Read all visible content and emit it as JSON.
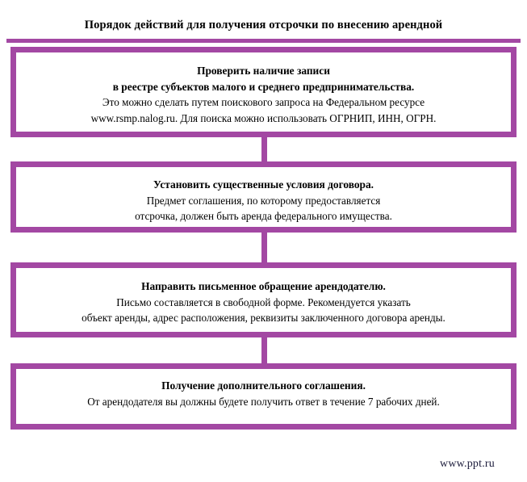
{
  "title": "Порядок действий для получения отсрочки по внесению арендной",
  "accent_color": "#a348a3",
  "steps": [
    {
      "name": "check-registry",
      "lines": [
        {
          "text": "Проверить наличие записи",
          "bold": true
        },
        {
          "text": "в реестре субъектов малого и среднего предпринимательства.",
          "bold": true
        },
        {
          "text": "Это можно сделать путем поискового запроса на Федеральном ресурсе",
          "bold": false
        },
        {
          "text": "www.rsmp.nalog.ru. Для поиска можно использовать ОГРНИП, ИНН, ОГРН.",
          "bold": false
        }
      ]
    },
    {
      "name": "set-contract-terms",
      "lines": [
        {
          "text": "Установить существенные условия договора.",
          "bold": true
        },
        {
          "text": "Предмет  соглашения, по которому предоставляется",
          "bold": false
        },
        {
          "text": "отсрочка, должен быть аренда федерального имущества.",
          "bold": false
        }
      ]
    },
    {
      "name": "send-written-request",
      "lines": [
        {
          "text": "Направить письменное обращение арендодателю.",
          "bold": true
        },
        {
          "text": "Письмо составляется в свободной форме. Рекомендуется указать",
          "bold": false
        },
        {
          "text": "объект аренды, адрес расположения, реквизиты заключенного договора аренды.",
          "bold": false
        }
      ]
    },
    {
      "name": "receive-supplementary-agreement",
      "lines": [
        {
          "text": "Получение дополнительного соглашения.",
          "bold": true
        },
        {
          "text": "От арендодателя вы должны будете получить ответ в течение 7 рабочих дней.",
          "bold": false
        }
      ]
    }
  ],
  "footer": "www.ppt.ru"
}
